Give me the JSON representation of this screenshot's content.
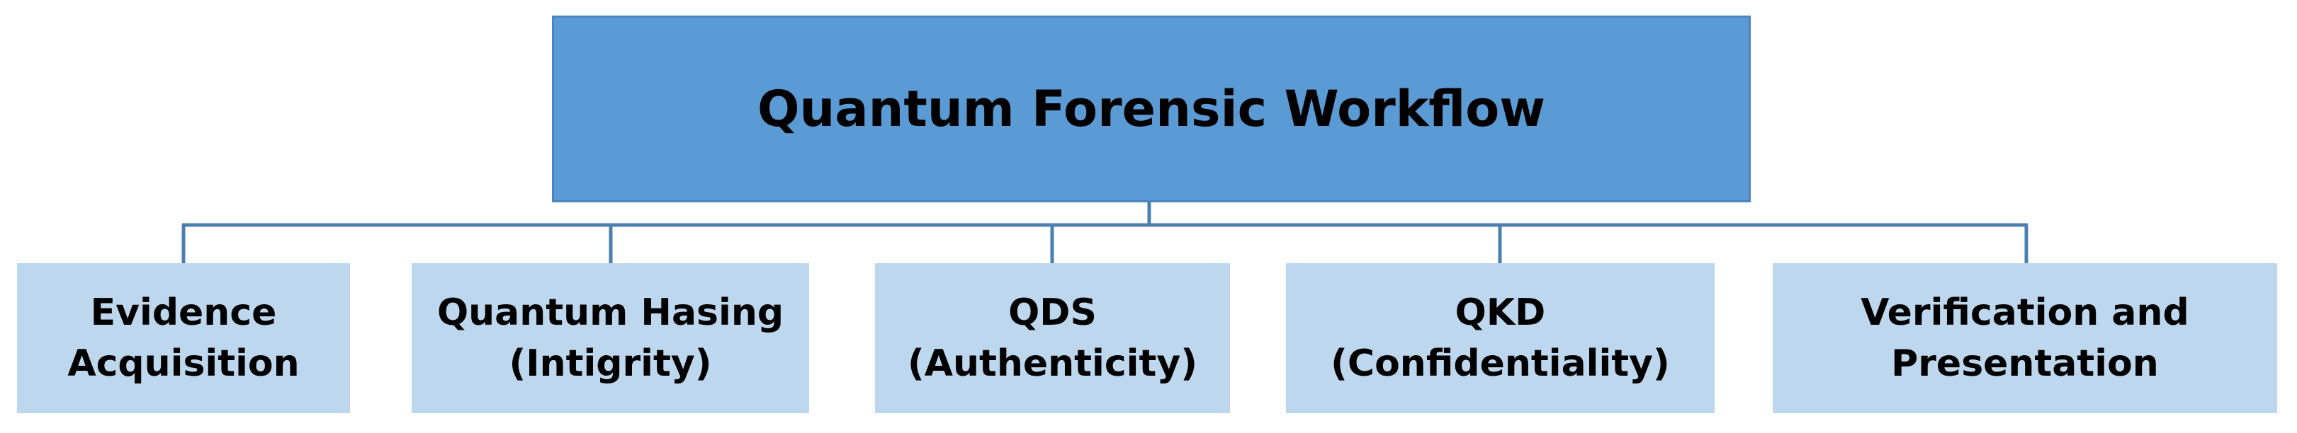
{
  "diagram": {
    "root": {
      "label": "Quantum Forensic Workflow"
    },
    "children": [
      {
        "line1": "Evidence",
        "line2": "Acquisition"
      },
      {
        "line1": "Quantum Hasing",
        "line2": "(Intigrity)"
      },
      {
        "line1": "QDS",
        "line2": "(Authenticity)"
      },
      {
        "line1": "QKD",
        "line2": "(Confidentiality)"
      },
      {
        "line1": "Verification and",
        "line2": "Presentation"
      }
    ],
    "colors": {
      "root_fill": "#5b9bd5",
      "child_fill": "#bdd7ee",
      "connector": "#4a7fb0"
    }
  }
}
